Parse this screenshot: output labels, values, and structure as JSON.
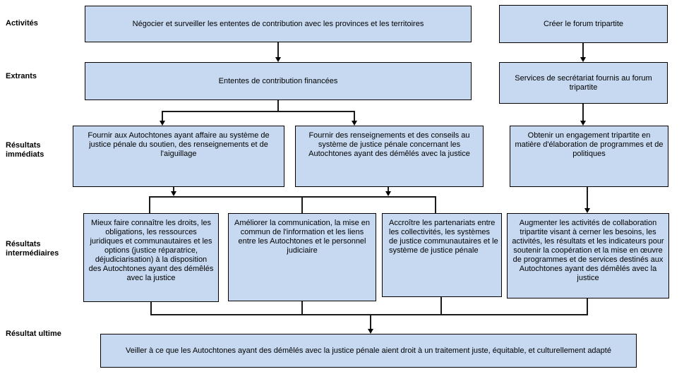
{
  "diagram": {
    "kind": "logic-model-flowchart",
    "language": "fr"
  },
  "row_labels": {
    "activities": "Activités",
    "outputs": "Extrants",
    "immediate": "Résultats immédiats",
    "intermediate": "Résultats intermédiaires",
    "ultimate": "Résultat ultime"
  },
  "boxes": {
    "negotiate": "Négocier et surveiller les ententes de contribution avec les provinces et les territoires",
    "forum": "Créer le forum tripartite",
    "funded": "Ententes de contribution financées",
    "secretariat": "Services de secrétariat fournis au forum tripartite",
    "support": "Fournir aux Autochtones ayant affaire au système de justice pénale du soutien, des renseignements et de l'aiguillage",
    "advice": "Fournir des renseignements et des conseils au système de justice pénale concernant les Autochtones ayant des démêlés avec la justice",
    "engagement": "Obtenir un engagement tripartite en matière d'élaboration de programmes et de politiques",
    "awareness": "Mieux faire connaître les droits, les obligations, les ressources juridiques et communautaires et les options (justice réparatrice, déjudiciarisation) à la disposition des Autochtones ayant des démêlés avec la justice",
    "communication": "Améliorer la communication, la mise en commun de l'information et les liens entre les Autochtones et le personnel judiciaire",
    "partnerships": "Accroître les partenariats entre les collectivités, les systèmes de justice communautaires et le système de justice pénale",
    "collaboration": "Augmenter les activités de collaboration tripartite visant à cerner les besoins, les activités, les résultats et les indicateurs pour soutenir la coopération et la mise en œuvre de programmes et de services destinés aux Autochtones ayant des démêlés avec la justice",
    "fair_treatment": "Veiller à ce que les Autochtones ayant des démêlés avec la justice pénale aient droit à un traitement juste, équitable, et culturellement adapté"
  },
  "colors": {
    "box_fill": "#C6D9F1",
    "box_border": "#000000",
    "connector": "#1A1A1A",
    "text": "#000000",
    "background": "#FFFFFF"
  }
}
